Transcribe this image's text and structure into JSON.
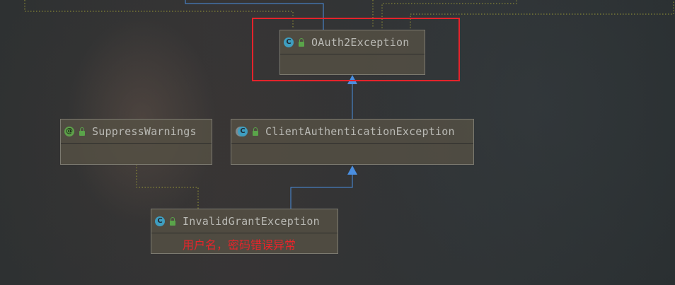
{
  "nodes": {
    "oauth2": {
      "name": "OAuth2Exception",
      "kind_icon": "class-icon",
      "kind_letter": "C",
      "access_icon": "public-lock-icon"
    },
    "suppress": {
      "name": "SuppressWarnings",
      "kind_icon": "annotation-icon",
      "kind_letter": "@",
      "access_icon": "public-lock-icon"
    },
    "client_auth": {
      "name": "ClientAuthenticationException",
      "kind_icon": "abstract-class-icon",
      "kind_letter": "C",
      "access_icon": "public-lock-icon"
    },
    "invalid_grant": {
      "name": "InvalidGrantException",
      "kind_icon": "class-icon",
      "kind_letter": "C",
      "access_icon": "public-lock-icon",
      "note": "用户名，密码错误异常"
    }
  },
  "edges": [
    {
      "from": "client_auth",
      "to": "oauth2",
      "type": "extends",
      "color": "#4a8ee0"
    },
    {
      "from": "invalid_grant",
      "to": "client_auth",
      "type": "extends",
      "color": "#4a8ee0"
    },
    {
      "from": "invalid_grant",
      "to": "suppress",
      "type": "annotated-by",
      "style": "dotted",
      "color": "#9a9a35"
    }
  ],
  "colors": {
    "extends_line": "#4a8ee0",
    "dotted_line": "#9a9a35",
    "highlight": "#e4232b",
    "note_text": "#e8242a",
    "node_fill": "#56504a",
    "node_border": "#7c7a70",
    "class_icon": "#3f9ec0",
    "annotation_icon": "#5ea04a"
  }
}
